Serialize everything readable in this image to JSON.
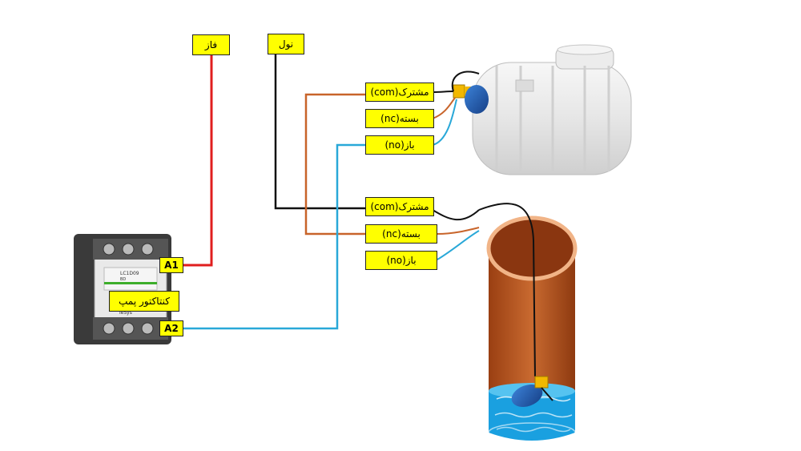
{
  "labels": {
    "phase": "فاز",
    "neutral": "نول",
    "tank_com": "مشترک(com)",
    "tank_nc": "بسته(nc)",
    "tank_no": "باز(no)",
    "well_com": "مشترک(com)",
    "well_nc": "بسته(nc)",
    "well_no": "باز(no)",
    "coil_a1": "A1",
    "coil_a2": "A2",
    "contactor": "کنتاکتور پمپ"
  },
  "device_text": {
    "model_top": "LC1D09",
    "model_sub": "BD",
    "model_bottom": "TeSys"
  },
  "icons": {
    "contactor": "contactor-icon",
    "tank": "water-tank-icon",
    "well": "well-pipe-icon",
    "float_switch": "float-switch-icon",
    "brand": "schneider-logo-icon"
  },
  "colors": {
    "phase_wire": "#e01e1e",
    "neutral_wire": "#111111",
    "nc_wire": "#c8642a",
    "no_wire": "#29a8d8",
    "label_bg": "#ffff00",
    "water": "#1aa0e0",
    "pipe": "#b8541e",
    "float_body": "#1f5fb5",
    "float_cap": "#f2b800"
  }
}
